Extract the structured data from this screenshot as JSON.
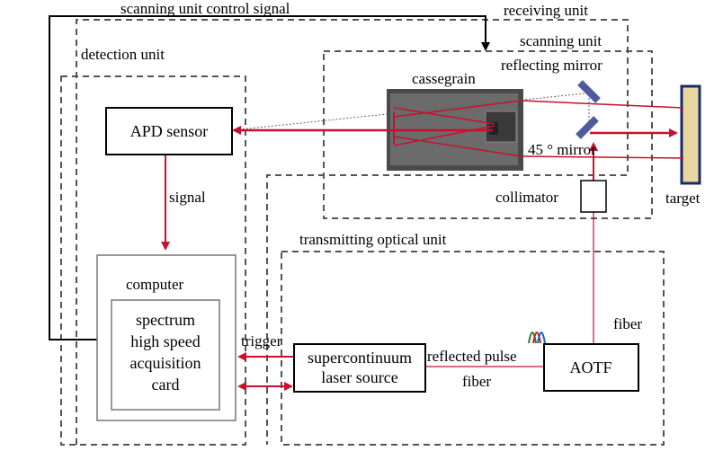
{
  "labels": {
    "scanning_control_signal": "scanning unit control signal",
    "receiving_unit": "receiving unit",
    "scanning_unit": "scanning unit",
    "detection_unit": "detection unit",
    "reflecting_mirror": "reflecting mirror",
    "cassegrain": "cassegrain",
    "mirror_45": "45 ° mirror",
    "target": "target",
    "collimator": "collimator",
    "signal": "signal",
    "transmitting_optical_unit": "transmitting optical unit",
    "computer": "computer",
    "trigger": "trigger",
    "reflected_pulse": "reflected pulse",
    "fiber_horizontal": "fiber",
    "fiber_vertical": "fiber"
  },
  "boxes": {
    "apd_sensor": "APD sensor",
    "acq_card": [
      "spectrum",
      "high speed",
      "acquisition",
      "card"
    ],
    "laser_source": [
      "supercontinuum",
      "laser source"
    ],
    "aotf": "AOTF"
  },
  "colors": {
    "arrow_red": "#c8102e",
    "line_dark": "#000000",
    "dash_gray": "#555555",
    "telescope_dark": "#4a4a4a",
    "mirror_blue": "#4f5b9c",
    "target_tan": "#e8d7a0"
  }
}
